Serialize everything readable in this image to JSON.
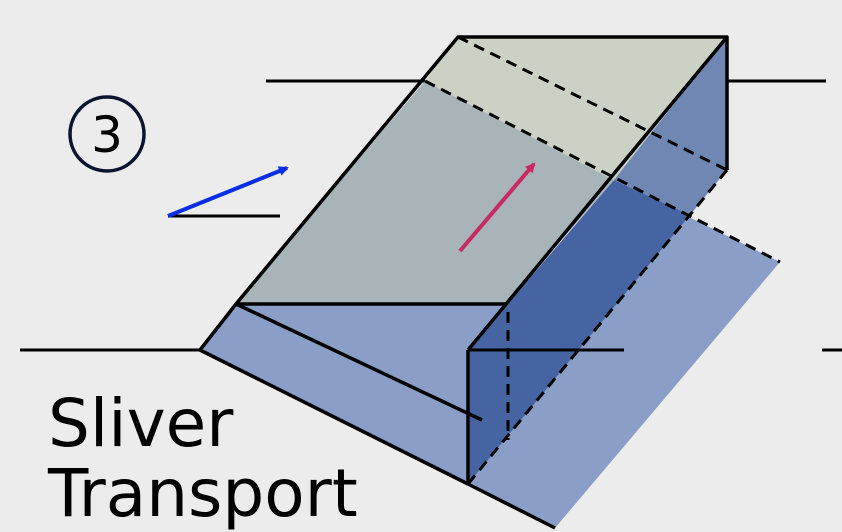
{
  "diagram": {
    "step_number": "3",
    "title_line1": "Sliver",
    "title_line2": "Transport"
  },
  "colors": {
    "background": "#ececec",
    "top_face_light": "#ccd1c6",
    "top_face_mid": "#a8b4b7",
    "side_face_dark": "#4564a1",
    "side_face_mid": "#7087b3",
    "footprint": "#8a9ec7",
    "vector_blue": "#0a2ee6",
    "vector_magenta": "#c72a63",
    "outline": "#000000",
    "circle_stroke": "#0b1530"
  }
}
